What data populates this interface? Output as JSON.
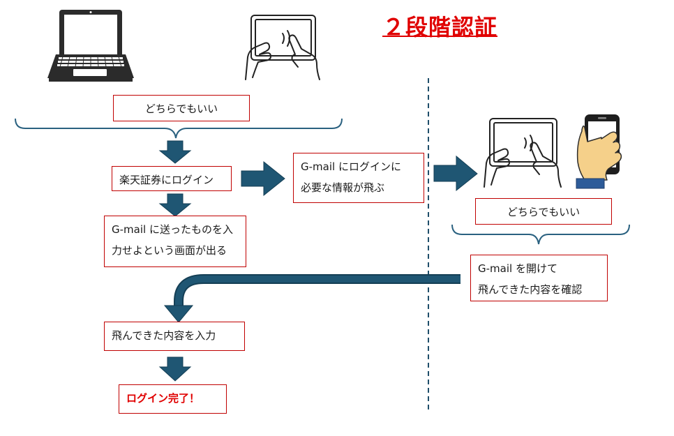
{
  "title": "２段階認証",
  "colors": {
    "accent": "#e00000",
    "box_border": "#c00000",
    "arrow": "#1f5673",
    "phone_accent": "#2d5b99",
    "hand_skin": "#f5d08a"
  },
  "icons": [
    "laptop-icon",
    "tablet-hands-icon",
    "tablet-hands-icon",
    "smartphone-hand-icon"
  ],
  "steps": {
    "either_left": "どちらでもいい",
    "login": "楽天証券にログイン",
    "gmail_notice": [
      "G-mail にログインに",
      "必要な情報が飛ぶ"
    ],
    "gmail_prompt": [
      "G-mail に送ったものを入",
      "力せよという画面が出る"
    ],
    "either_right": "どちらでもいい",
    "open_gmail": [
      "G-mail を開けて",
      "飛んできた内容を確認"
    ],
    "enter_content": "飛んできた内容を入力",
    "complete": "ログイン完了！"
  }
}
